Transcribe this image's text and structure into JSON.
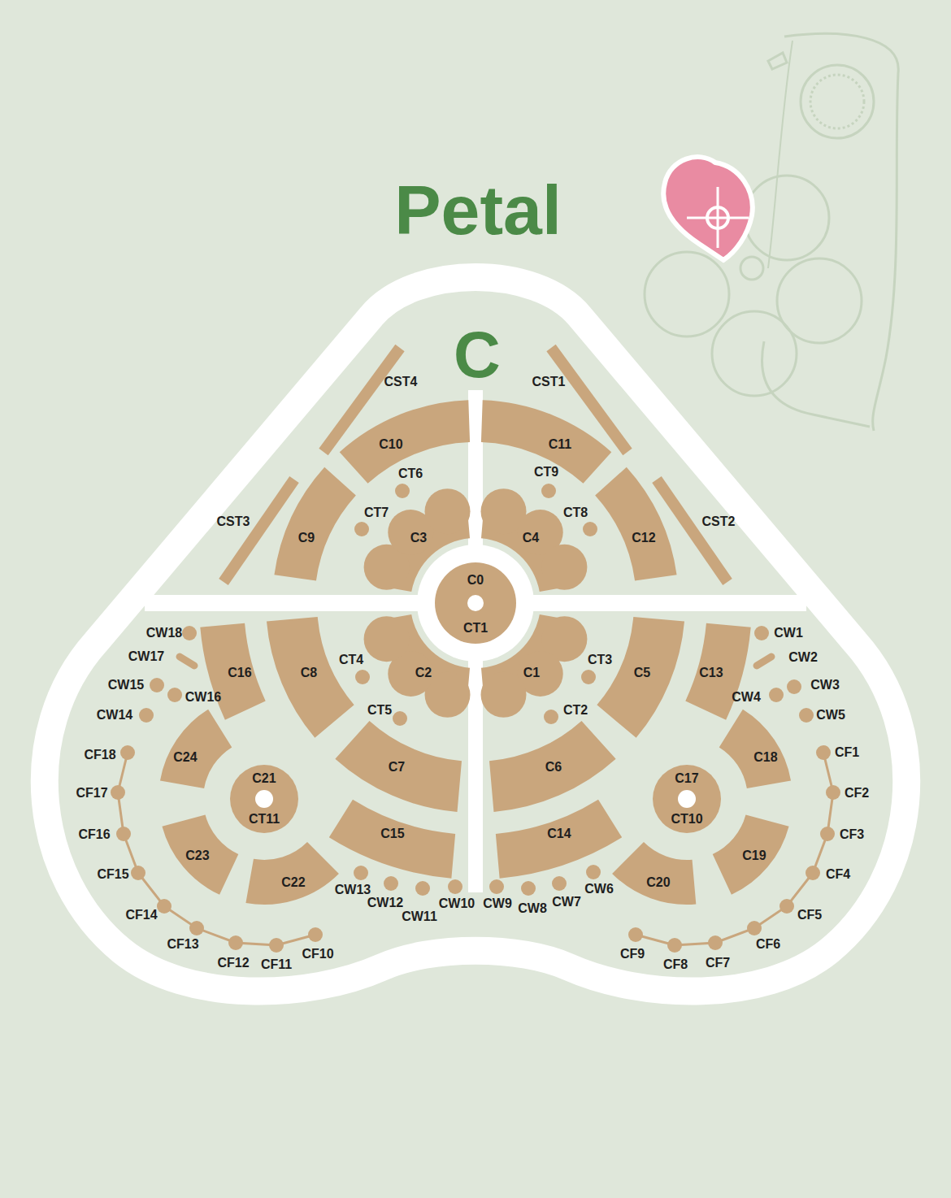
{
  "diagram": {
    "title": "Petal",
    "nodes": [
      {
        "text": [
          "C10"
        ]
      },
      {
        "text": [
          "C11"
        ]
      },
      {
        "text": [
          "C9"
        ]
      },
      {
        "text": [
          "C3"
        ]
      },
      {
        "text": [
          "C4"
        ]
      },
      {
        "text": [
          "C12"
        ]
      },
      {
        "text": [
          "C0",
          "CT1"
        ]
      },
      {
        "text": [
          "C16"
        ]
      },
      {
        "text": [
          "C8"
        ]
      },
      {
        "text": [
          "C2"
        ]
      },
      {
        "text": [
          "C1"
        ]
      },
      {
        "text": [
          "C5"
        ]
      },
      {
        "text": [
          "C13"
        ]
      },
      {
        "text": [
          "C24"
        ]
      },
      {
        "text": [
          "C7"
        ]
      },
      {
        "text": [
          "C6"
        ]
      },
      {
        "text": [
          "C18"
        ]
      },
      {
        "text": [
          "C21",
          "CT11"
        ]
      },
      {
        "text": [
          "C17",
          "CT10"
        ]
      },
      {
        "text": [
          "C23"
        ]
      },
      {
        "text": [
          "C15"
        ]
      },
      {
        "text": [
          "C14"
        ]
      },
      {
        "text": [
          "C19"
        ]
      },
      {
        "text": [
          "C22"
        ]
      },
      {
        "text": [
          "C20"
        ]
      }
    ],
    "labels": [
      "C",
      "CST4",
      "CST1",
      "CST3",
      "CST2",
      "CT6",
      "CT9",
      "CT7",
      "CT8",
      "CT4",
      "CT3",
      "CT5",
      "CT2",
      "CW1",
      "CW2",
      "CW3",
      "CW4",
      "CW5",
      "CW6",
      "CW7",
      "CW8",
      "CW9",
      "CW10",
      "CW11",
      "CW12",
      "CW13",
      "CW14",
      "CW15",
      "CW16",
      "CW17",
      "CW18",
      "CF1",
      "CF2",
      "CF3",
      "CF4",
      "CF5",
      "CF6",
      "CF7",
      "CF8",
      "CF9",
      "CF10",
      "CF11",
      "CF12",
      "CF13",
      "CF14",
      "CF15",
      "CF16",
      "CF17",
      "CF18"
    ]
  }
}
